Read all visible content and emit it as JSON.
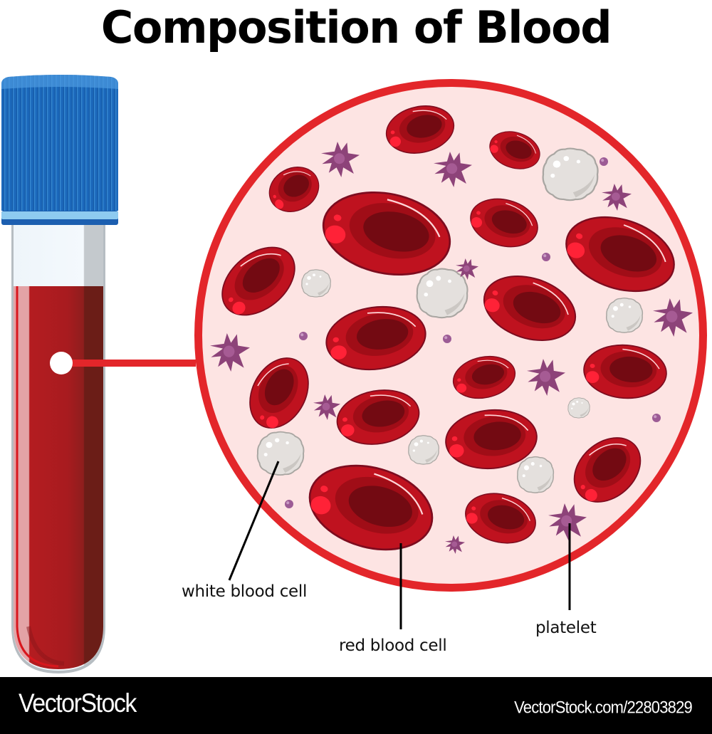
{
  "title": "Composition of Blood",
  "labels": {
    "white_blood_cell": "white blood cell",
    "red_blood_cell": "red blood cell",
    "platelet": "platelet"
  },
  "footer": {
    "brand": "VectorStock",
    "stock_id": "VectorStock.com/22803829"
  },
  "colors": {
    "tube_cap": "#1f6fc0",
    "tube_cap_rim": "#7fc3ee",
    "blood": "#a81b1f",
    "magnifier_ring": "#e3262a",
    "plasma_bg": "#fde4e3",
    "rbc": "#bf121f",
    "rbc_center": "#740c12",
    "wbc": "#e2dedb",
    "platelet": "#8c4278"
  }
}
